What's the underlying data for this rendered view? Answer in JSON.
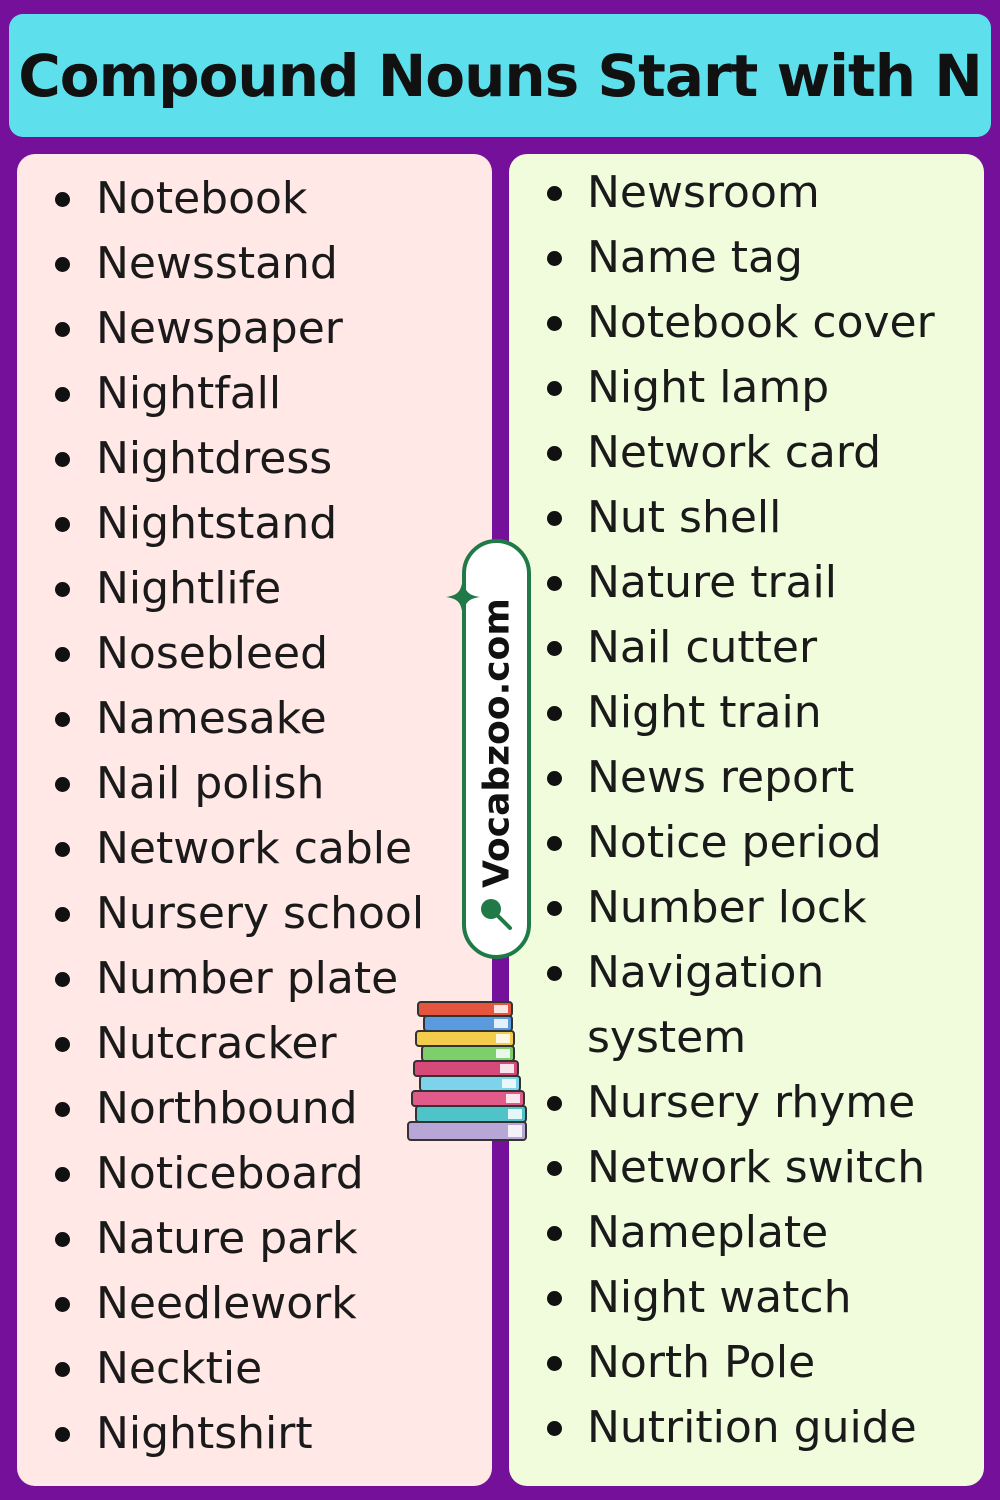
{
  "title": "Compound Nouns Start with N",
  "left_words": [
    "Notebook",
    "Newsstand",
    "Newspaper",
    "Nightfall",
    "Nightdress",
    "Nightstand",
    "Nightlife",
    "Nosebleed",
    "Namesake",
    "Nail polish",
    "Network cable",
    "Nursery school",
    "Number plate",
    "Nutcracker",
    "Northbound",
    "Noticeboard",
    "Nature park",
    "Needlework",
    "Necktie",
    "Nightshirt"
  ],
  "right_words": [
    "Newsroom",
    "Name tag",
    "Notebook cover",
    "Night lamp",
    "Network card",
    "Nut shell",
    "Nature trail",
    "Nail cutter",
    "Night train",
    "News report",
    "Notice period",
    "Number lock",
    "Navigation system",
    "Nursery rhyme",
    "Network switch",
    "Nameplate",
    "Night watch",
    "North Pole",
    "Nutrition guide"
  ],
  "watermark": "Vocabzoo.com",
  "icons": {
    "sparkle": "sparkle-icon",
    "magnifier": "magnifier-icon",
    "books": "book-stack-icon"
  },
  "colors": {
    "background": "#74109a",
    "title_bar": "#5ee0ec",
    "left_panel": "#ffe8e6",
    "right_panel": "#f0fcdc",
    "badge_border": "#1f7a47"
  }
}
